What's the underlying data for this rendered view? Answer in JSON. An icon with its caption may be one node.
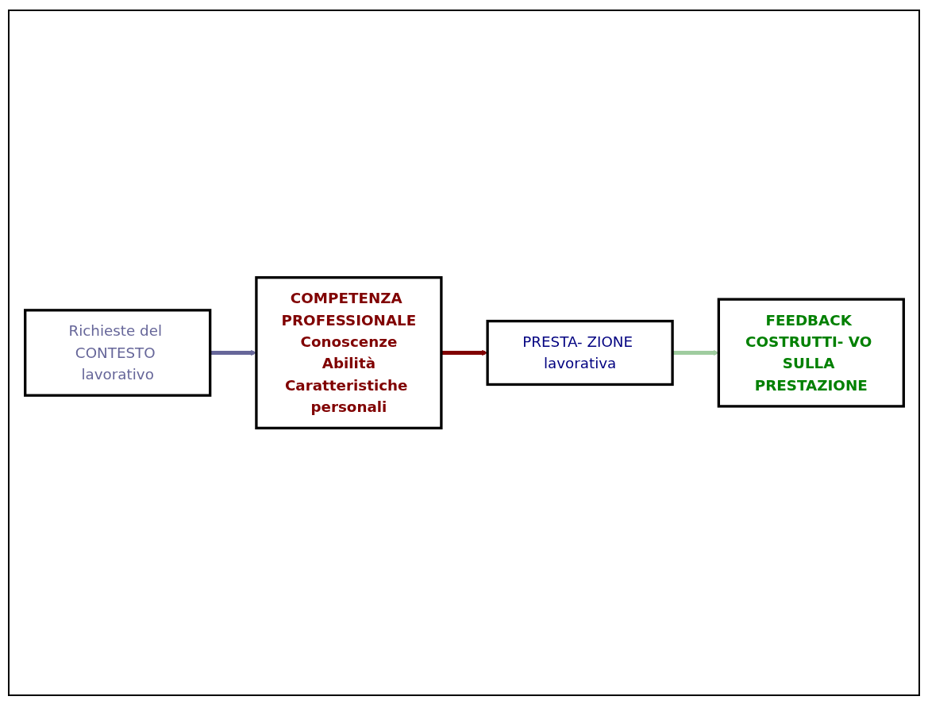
{
  "diagram": {
    "nodes": [
      {
        "text": [
          "Richieste del CONTESTO lavorativo"
        ]
      },
      {
        "text": [
          "COMPETENZA PROFESSIONALE",
          "Conoscenze",
          "Abilità",
          "Caratteristiche personali"
        ]
      },
      {
        "text": [
          "PRESTA- ZIONE lavorativa"
        ]
      },
      {
        "text": [
          "FEEDBACK COSTRUTTI- VO SULLA PRESTAZIONE"
        ]
      }
    ],
    "edges": [
      {
        "from": 0,
        "to": 1,
        "arrow": "to",
        "color": "#666699"
      },
      {
        "from": 1,
        "to": 2,
        "arrow": "to",
        "color": "#800000"
      },
      {
        "from": 2,
        "to": 3,
        "arrow": "to",
        "color": "#9fcc9f"
      }
    ]
  }
}
